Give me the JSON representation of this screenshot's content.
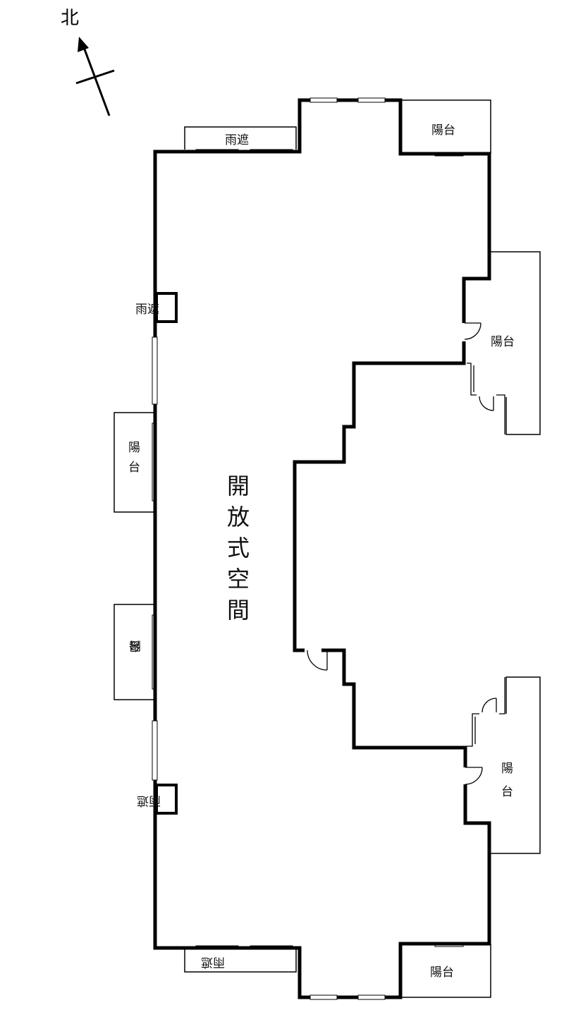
{
  "compass": {
    "label": "北"
  },
  "room": {
    "name_chars": [
      "開",
      "放",
      "式",
      "空",
      "間"
    ]
  },
  "labels": {
    "canopy_top": "雨遮",
    "canopy_bottom": "雨遮",
    "canopy_left_upper": "雨遮",
    "canopy_left_lower": "雨遮",
    "balcony_top_right": "陽台",
    "balcony_bottom_right": "陽台",
    "balcony_right_upper": "陽台",
    "balcony_right_lower": [
      "陽",
      "台"
    ],
    "balcony_left_upper": [
      "陽",
      "台"
    ],
    "balcony_left_lower": [
      "陽",
      "台"
    ]
  }
}
